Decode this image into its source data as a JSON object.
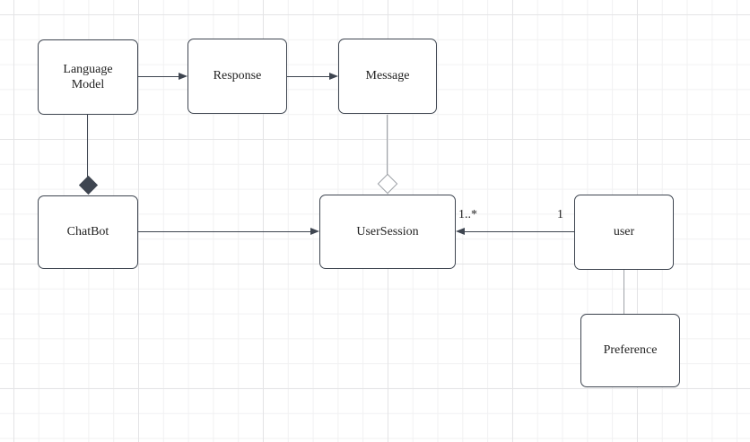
{
  "diagram": {
    "type": "uml-class-diagram",
    "nodes": [
      {
        "id": "language-model",
        "label": "Language Model"
      },
      {
        "id": "response",
        "label": "Response"
      },
      {
        "id": "message",
        "label": "Message"
      },
      {
        "id": "chatbot",
        "label": "ChatBot"
      },
      {
        "id": "user-session",
        "label": "UserSession"
      },
      {
        "id": "user",
        "label": "user"
      },
      {
        "id": "preference",
        "label": "Preference"
      }
    ],
    "edges": [
      {
        "from": "language-model",
        "to": "response",
        "type": "directed-arrow"
      },
      {
        "from": "response",
        "to": "message",
        "type": "directed-arrow"
      },
      {
        "from": "language-model",
        "to": "chatbot",
        "type": "composition",
        "diamond_end": "chatbot"
      },
      {
        "from": "message",
        "to": "user-session",
        "type": "aggregation",
        "diamond_end": "user-session"
      },
      {
        "from": "chatbot",
        "to": "user-session",
        "type": "directed-arrow"
      },
      {
        "from": "user",
        "to": "user-session",
        "type": "directed-arrow",
        "source_label": "1",
        "target_label": "1..*"
      },
      {
        "from": "user",
        "to": "preference",
        "type": "association"
      }
    ]
  },
  "colors": {
    "node_border": "#3e4550",
    "node_fill": "#ffffff",
    "edge_dark": "#3e4550",
    "edge_light": "#9fa3a8",
    "text": "#1f1f1f",
    "grid_minor": "#f1f1f2",
    "grid_major": "#e4e4e6",
    "background": "#ffffff"
  }
}
